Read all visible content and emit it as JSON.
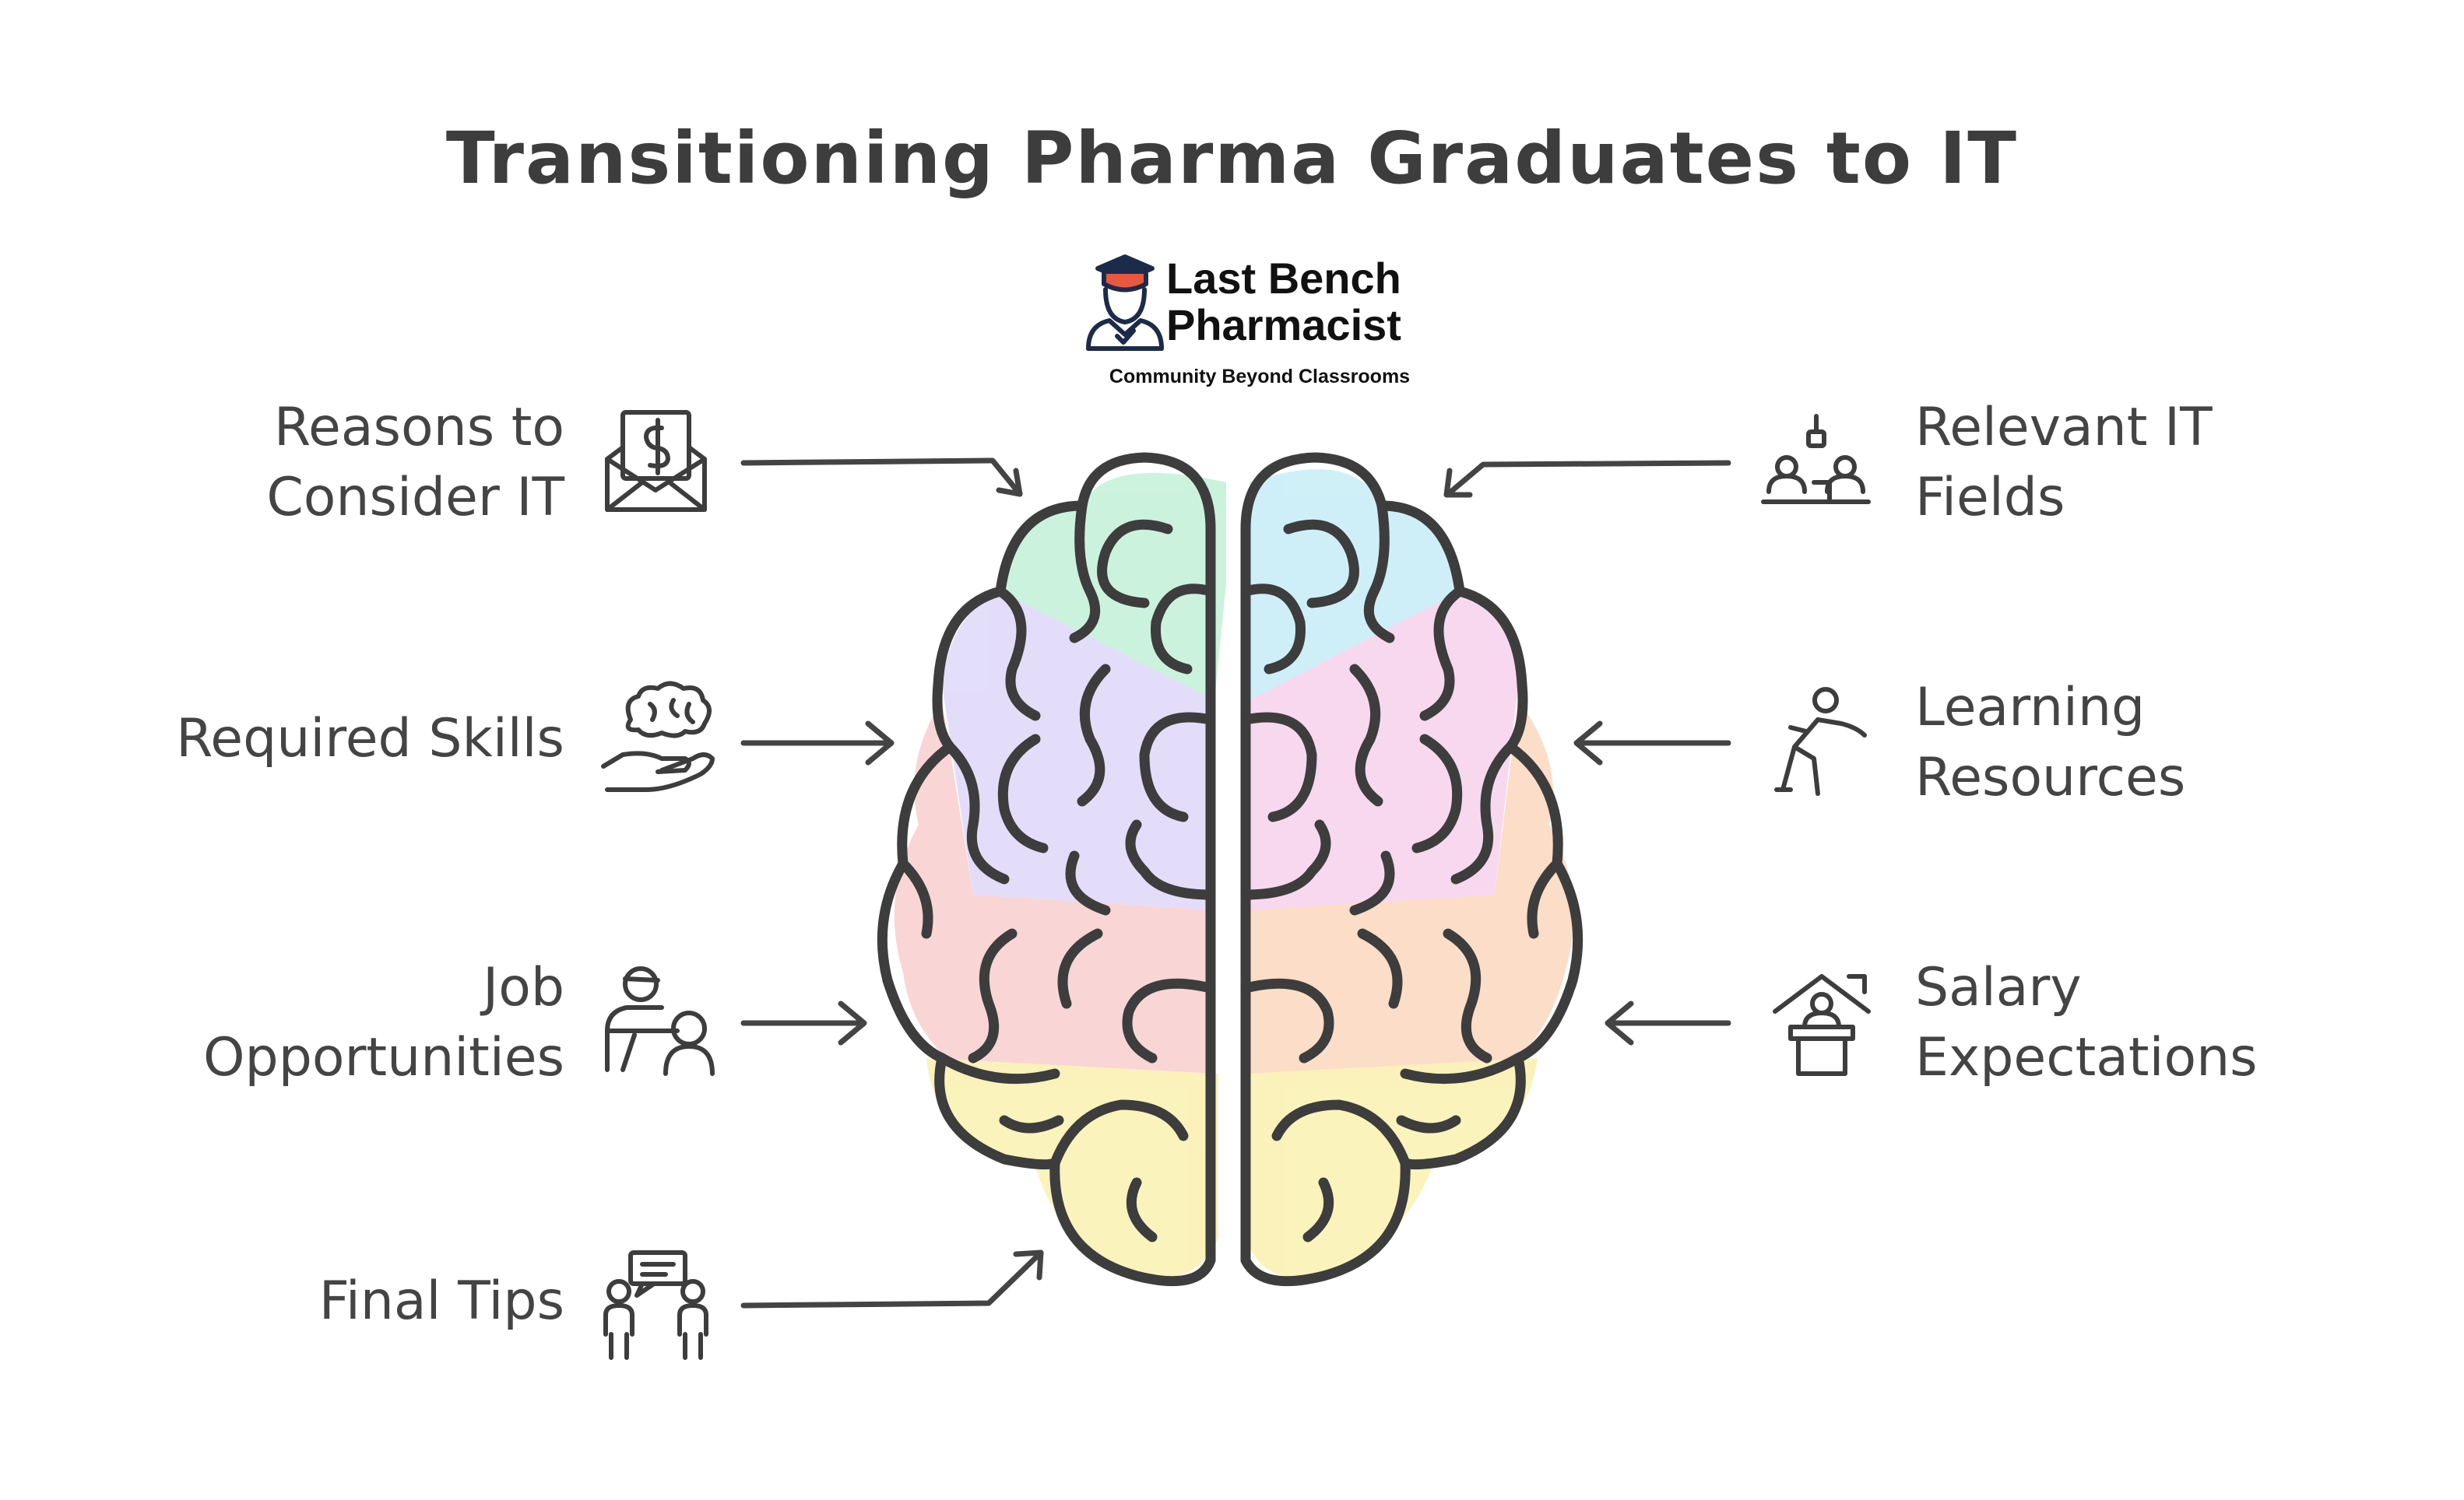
{
  "title": "Transitioning Pharma Graduates to IT",
  "logo": {
    "line1": "Last Bench",
    "line2": "Pharmacist",
    "tagline": "Community Beyond Classrooms"
  },
  "left_items": [
    {
      "line1": "Reasons to",
      "line2": "Consider IT",
      "icon": "money-envelope-icon"
    },
    {
      "line1": "Required Skills",
      "line2": "",
      "icon": "brain-in-hand-icon"
    },
    {
      "line1": "Job",
      "line2": "Opportunities",
      "icon": "job-interview-icon"
    },
    {
      "line1": "Final Tips",
      "line2": "",
      "icon": "people-chat-icon"
    }
  ],
  "right_items": [
    {
      "line1": "Relevant IT",
      "line2": "Fields",
      "icon": "team-desk-icon"
    },
    {
      "line1": "Learning",
      "line2": "Resources",
      "icon": "person-running-icon"
    },
    {
      "line1": "Salary",
      "line2": "Expectations",
      "icon": "house-podium-icon"
    }
  ],
  "colors": {
    "stroke": "#3d3d3d",
    "green": "#c9f2dc",
    "cyan": "#cdeff8",
    "purple": "#e2dcfa",
    "pink": "#f8d6ef",
    "red": "#f9d3d3",
    "orange": "#fbdcc6",
    "yellow": "#fbf2b8",
    "logo_cap": "#e9573f",
    "logo_navy": "#1c2b4a"
  }
}
